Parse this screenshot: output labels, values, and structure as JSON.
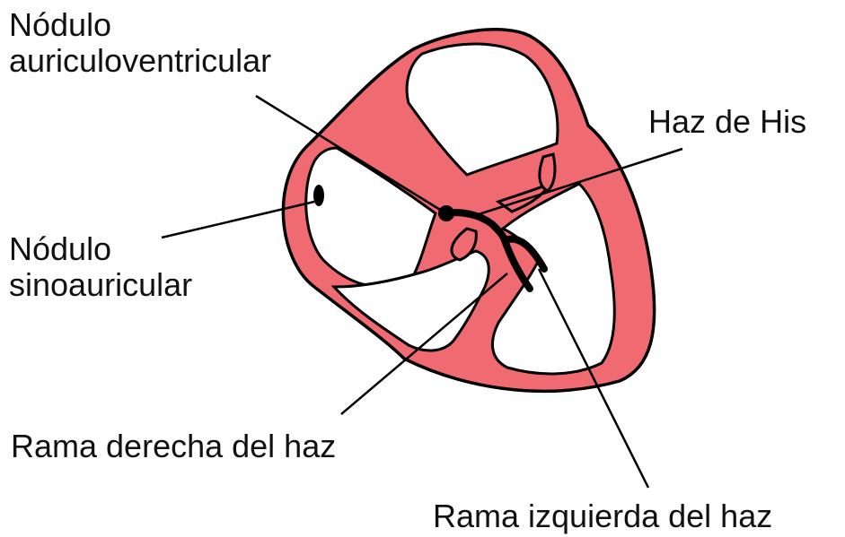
{
  "colors": {
    "myocardium": "#f06a72",
    "outline": "#000000",
    "conduction": "#000000",
    "background": "#ffffff"
  },
  "labels": {
    "av_node_line1": "Nódulo",
    "av_node_line2": "auriculoventricular",
    "bundle_his": "Haz de His",
    "sa_node_line1": "Nódulo",
    "sa_node_line2": "sinoauricular",
    "right_branch": "Rama derecha del haz",
    "left_branch": "Rama izquierda del haz"
  }
}
